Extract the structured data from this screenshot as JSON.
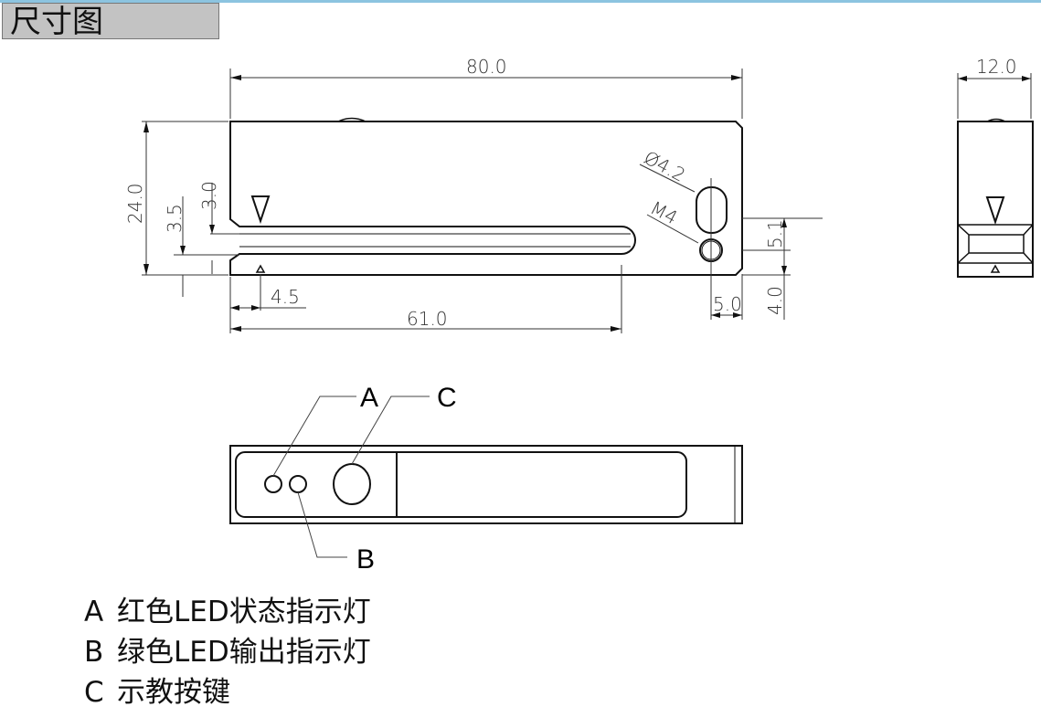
{
  "title": "尺寸图",
  "dims": {
    "length": "80.0",
    "width": "12.0",
    "height": "24.0",
    "d3_0": "3.0",
    "d3_5": "3.5",
    "d4_5": "4.5",
    "slot": "61.0",
    "hole": "Ø4.2",
    "thread": "M4",
    "d5_1": "5.1",
    "d5_0": "5.0",
    "d4_0": "4.0"
  },
  "callouts": {
    "a": "A",
    "b": "B",
    "c": "C"
  },
  "legend": [
    {
      "key": "A",
      "text": "红色LED状态指示灯"
    },
    {
      "key": "B",
      "text": "绿色LED输出指示灯"
    },
    {
      "key": "C",
      "text": "示教按键"
    }
  ]
}
